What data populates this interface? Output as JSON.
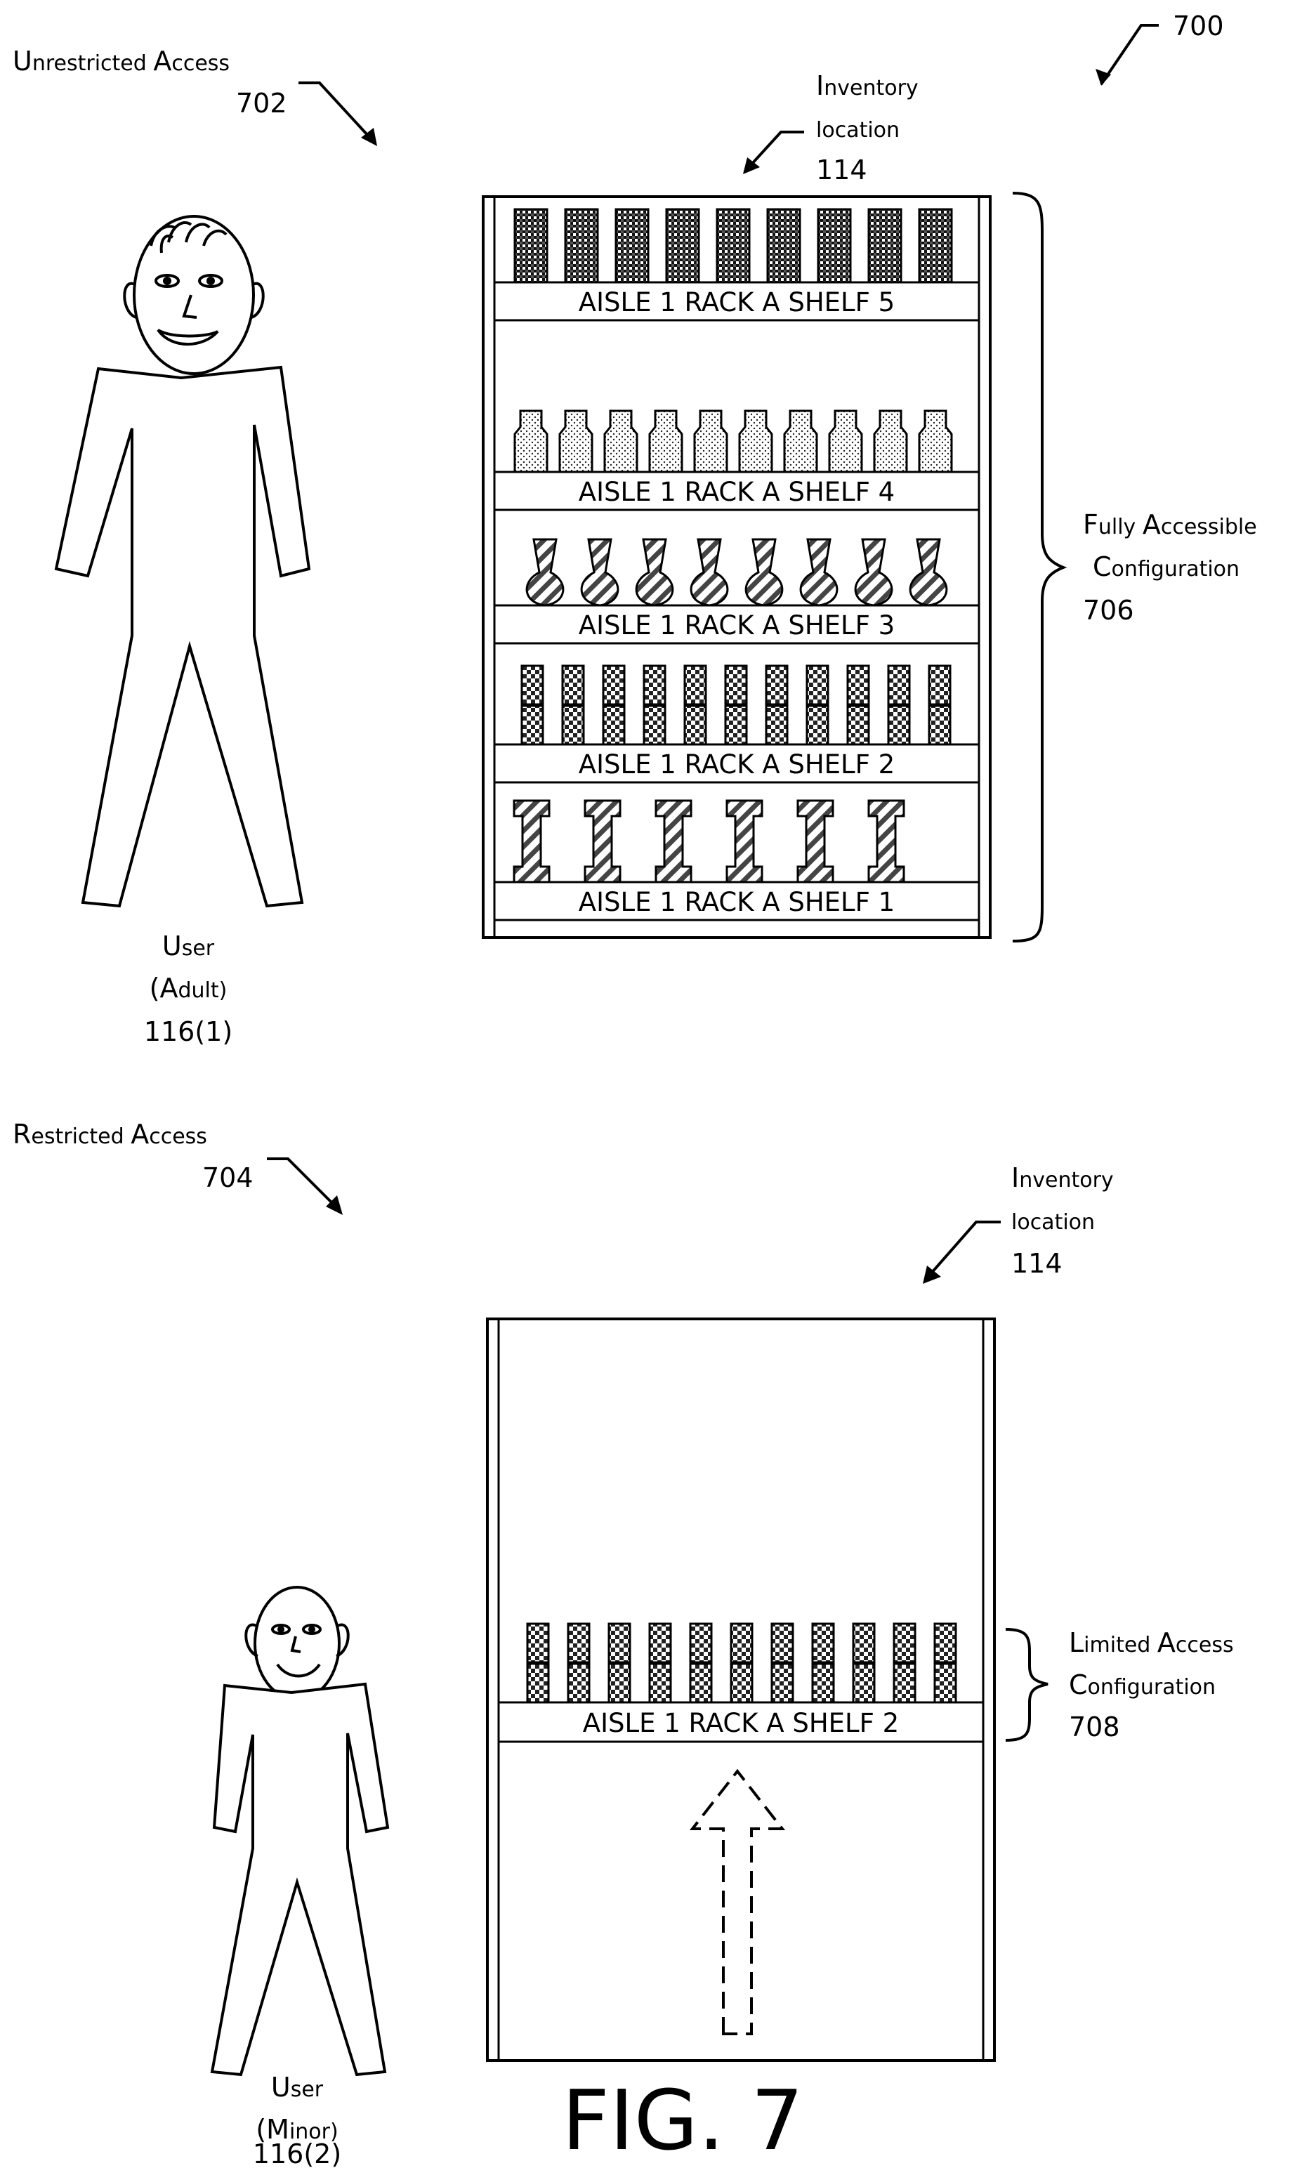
{
  "figure": {
    "ref": "700",
    "caption": "FIG. 7"
  },
  "top": {
    "access": {
      "first": "U",
      "rest": "nrestricted ",
      "first2": "A",
      "rest2": "ccess",
      "ref": "702"
    },
    "inventory": {
      "first": "I",
      "rest": "nventory",
      "line2": "location",
      "ref": "114"
    },
    "shelves": [
      "AISLE 1 RACK A SHELF 5",
      "AISLE 1 RACK A SHELF 4",
      "AISLE 1 RACK A SHELF 3",
      "AISLE 1 RACK A SHELF 2",
      "AISLE 1 RACK A SHELF 1"
    ],
    "config": {
      "l1a": "F",
      "l1b": "ully ",
      "l1c": "A",
      "l1d": "ccessible",
      "l2a": "C",
      "l2b": "onfiguration",
      "ref": "706"
    },
    "user": {
      "first": "U",
      "rest": "ser",
      "l2": "(",
      "l2a": "A",
      "l2b": "dult)",
      "ref": "116(1)"
    }
  },
  "bottom": {
    "access": {
      "first": "R",
      "rest": "estricted ",
      "first2": "A",
      "rest2": "ccess",
      "ref": "704"
    },
    "inventory": {
      "first": "I",
      "rest": "nventory",
      "line2": "location",
      "ref": "114"
    },
    "shelf": "AISLE 1 RACK A SHELF 2",
    "config": {
      "l1a": "L",
      "l1b": "imited ",
      "l1c": "A",
      "l1d": "ccess",
      "l2a": "C",
      "l2b": "onfiguration",
      "ref": "708"
    },
    "user": {
      "first": "U",
      "rest": "ser",
      "l2": "(",
      "l2a": "M",
      "l2b": "inor)",
      "ref": "116(2)"
    }
  }
}
